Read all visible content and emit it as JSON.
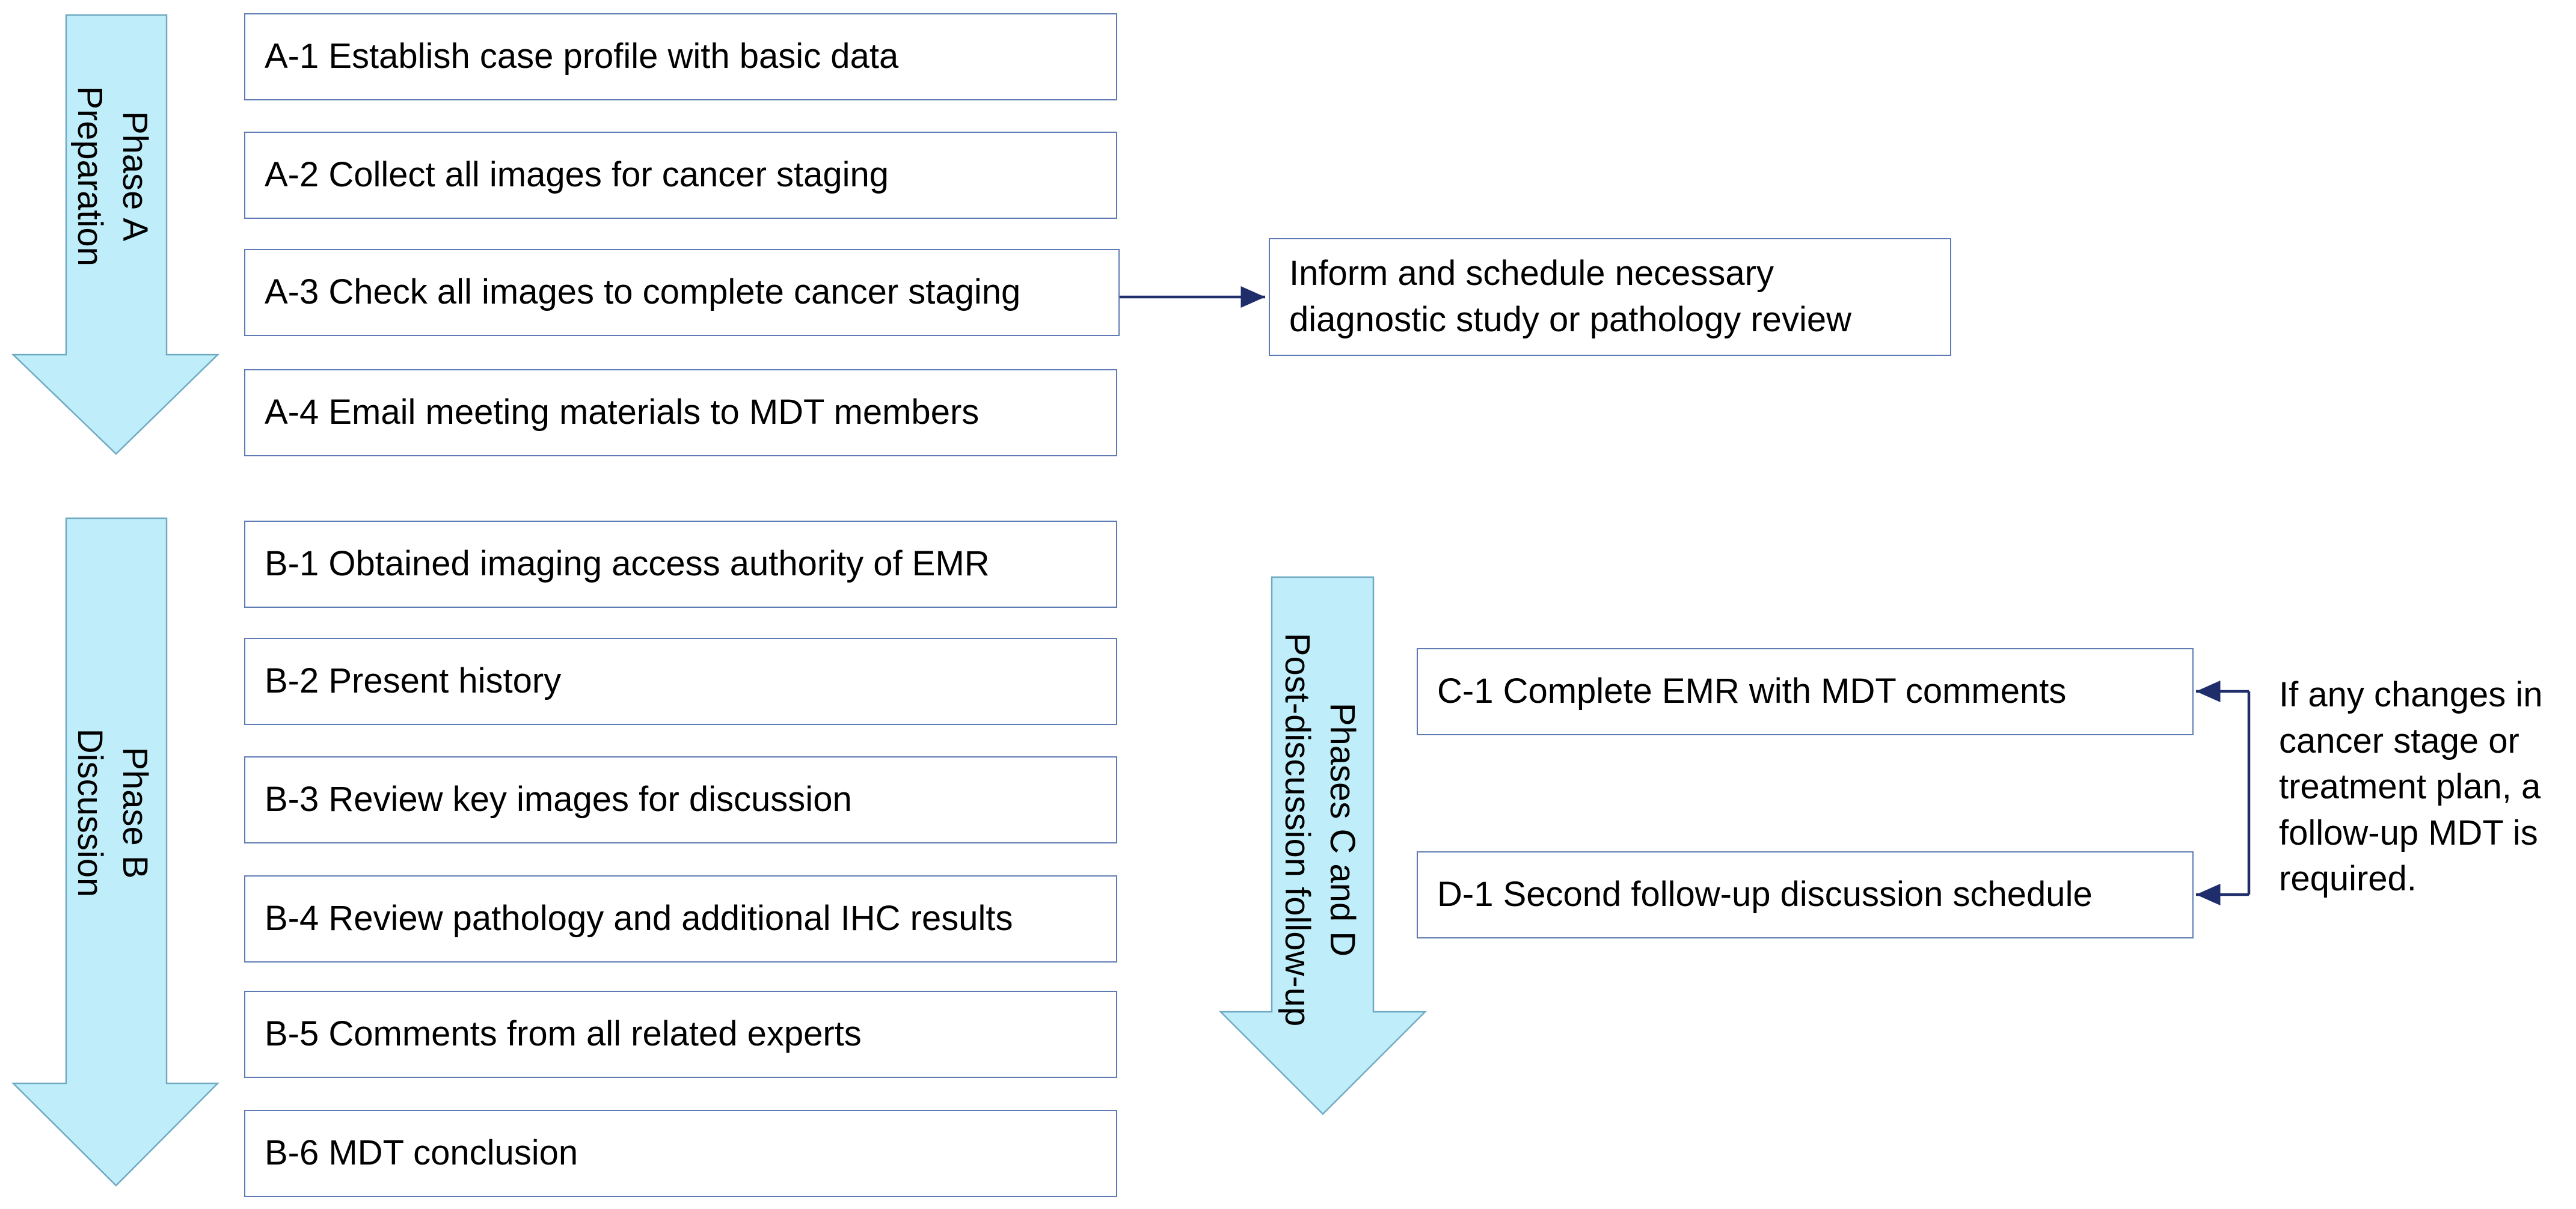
{
  "colors": {
    "arrow_fill": "#bfeefa",
    "arrow_stroke": "#6fa9c2",
    "box_border": "#5f7bb3",
    "connector": "#1f2d6b"
  },
  "phases": {
    "a": {
      "line1": "Phase A",
      "line2": "Preparation"
    },
    "b": {
      "line1": "Phase B",
      "line2": "Discussion"
    },
    "cd": {
      "line1": "Phases C and D",
      "line2": "Post-discussion follow-up"
    }
  },
  "steps": {
    "a1": "A-1 Establish case profile with basic data",
    "a2": "A-2 Collect all images for cancer staging",
    "a3": "A-3 Check all images to complete cancer staging",
    "a4": "A-4 Email meeting materials to MDT members",
    "b1": "B-1 Obtained imaging access authority of EMR",
    "b2": "B-2 Present history",
    "b3": "B-3 Review key images for discussion",
    "b4": "B-4 Review pathology and additional IHC results",
    "b5": "B-5 Comments from all related experts",
    "b6": "B-6 MDT conclusion",
    "c1": "C-1 Complete EMR with MDT comments",
    "d1": "D-1 Second follow-up discussion schedule"
  },
  "inform_box": {
    "line1": "Inform and schedule necessary",
    "line2": "diagnostic study or pathology review"
  },
  "note": {
    "line1": "If any changes in",
    "line2": "cancer stage or",
    "line3": "treatment plan, a",
    "line4": "follow-up MDT is",
    "line5": "required."
  }
}
